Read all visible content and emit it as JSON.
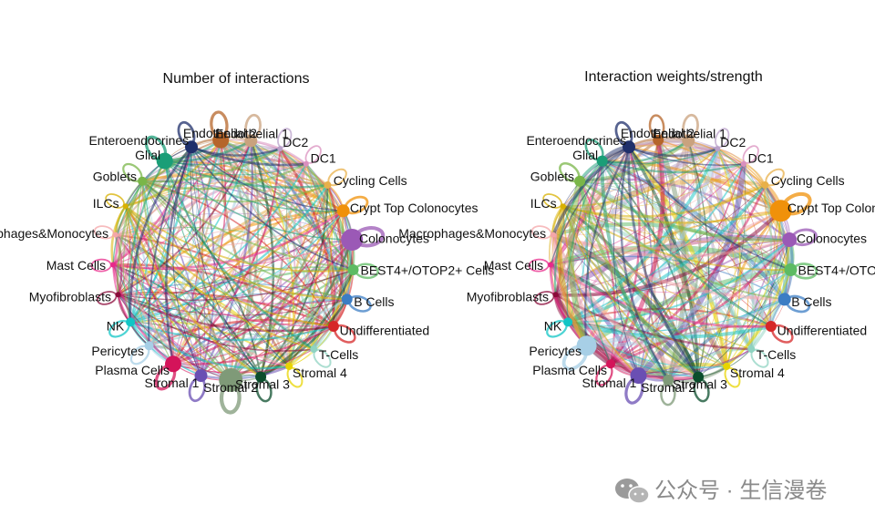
{
  "panels": [
    {
      "title": "Number of interactions",
      "node_size_scale": [
        9,
        7,
        3,
        3,
        4,
        7,
        12,
        6,
        6,
        6,
        4,
        4,
        6,
        13,
        7,
        9,
        5,
        5,
        3,
        3,
        3,
        3,
        5
      ],
      "edge_weight": "count"
    },
    {
      "title": "Interaction weights/strength",
      "node_size_scale": [
        6,
        7,
        3,
        3,
        4,
        12,
        8,
        7,
        7,
        6,
        4,
        4,
        6,
        6,
        9,
        5,
        11,
        5,
        3,
        3,
        3,
        3,
        6
      ],
      "edge_weight": "strength"
    }
  ],
  "cell_types": [
    {
      "name": "Endothelial 2",
      "color": "#B5652A"
    },
    {
      "name": "Endothelial 1",
      "color": "#C9A27E"
    },
    {
      "name": "DC2",
      "color": "#B9A0C9"
    },
    {
      "name": "DC1",
      "color": "#D98FBE"
    },
    {
      "name": "Cycling Cells",
      "color": "#E8B04A"
    },
    {
      "name": "Crypt Top Colonocytes",
      "color": "#F0910A"
    },
    {
      "name": "Colonocytes",
      "color": "#9B59B6"
    },
    {
      "name": "BEST4+/OTOP2+ Cells",
      "color": "#5DBB63"
    },
    {
      "name": "B Cells",
      "color": "#3C7DC4"
    },
    {
      "name": "Undifferentiated",
      "color": "#D62728"
    },
    {
      "name": "T-Cells",
      "color": "#8FD3C1"
    },
    {
      "name": "Stromal 4",
      "color": "#E8D400"
    },
    {
      "name": "Stromal 3",
      "color": "#0B4D2C"
    },
    {
      "name": "Stromal 2",
      "color": "#7F9A78"
    },
    {
      "name": "Stromal 1",
      "color": "#6A4FB3"
    },
    {
      "name": "Plasma Cells",
      "color": "#D4145A"
    },
    {
      "name": "Pericytes",
      "color": "#A7CFE6"
    },
    {
      "name": "NK",
      "color": "#11C5C5"
    },
    {
      "name": "Myofibroblasts",
      "color": "#8B0A3A"
    },
    {
      "name": "Mast Cells",
      "color": "#E7298A"
    },
    {
      "name": "Macrophages&Monocytes",
      "color": "#F4A6A8"
    },
    {
      "name": "ILCs",
      "color": "#D8B000"
    },
    {
      "name": "Goblets",
      "color": "#7AB648"
    },
    {
      "name": "Glial",
      "color": "#1A9E77"
    },
    {
      "name": "Enteroendocrines",
      "color": "#1F2F6B"
    }
  ],
  "watermark": {
    "text": "公众号 · 生信漫卷",
    "icon": "wechat-icon"
  }
}
